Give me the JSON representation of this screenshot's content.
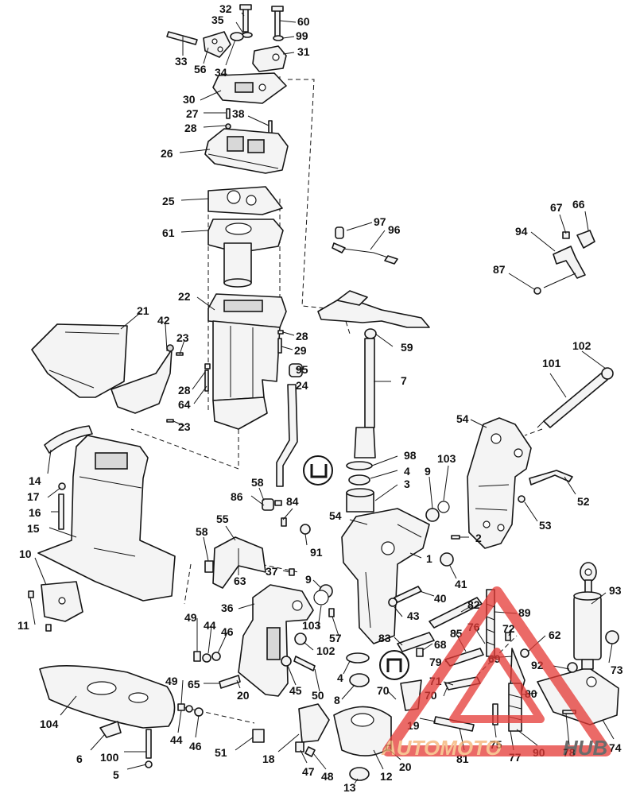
{
  "watermark": {
    "word_left": "AUTOMOTO",
    "word_right": "HUB",
    "color_left": "#f5b070",
    "color_right": "#3a3a3a",
    "triangle_color": "#e53935"
  },
  "colors": {
    "line": "#151515",
    "paper": "#ffffff"
  },
  "callouts": {
    "c32": "32",
    "c35": "35",
    "c60": "60",
    "c99": "99",
    "c31": "31",
    "c33": "33",
    "c56": "56",
    "c34": "34",
    "c30": "30",
    "c27": "27",
    "c38": "38",
    "c28a": "28",
    "c26": "26",
    "c25": "25",
    "c61": "61",
    "c97": "97",
    "c96": "96",
    "c67": "67",
    "c66": "66",
    "c94": "94",
    "c87": "87",
    "c22": "22",
    "c21": "21",
    "c42": "42",
    "c23a": "23",
    "c28b": "28",
    "c29": "29",
    "c59": "59",
    "c95": "95",
    "c28c": "28",
    "c24": "24",
    "c7": "7",
    "c64": "64",
    "c23b": "23",
    "c102a": "102",
    "c101": "101",
    "c54a": "54",
    "c98": "98",
    "c4a": "4",
    "c3": "3",
    "c14": "14",
    "c9a": "9",
    "c103a": "103",
    "c52": "52",
    "c58a": "58",
    "c17": "17",
    "c86": "86",
    "c84": "84",
    "c16": "16",
    "c53": "53",
    "c54b": "54",
    "c2": "2",
    "c55": "55",
    "c15": "15",
    "c58b": "58",
    "c91": "91",
    "c1": "1",
    "c10": "10",
    "c63": "63",
    "c37": "37",
    "c41": "41",
    "c9b": "9",
    "c40": "40",
    "c93": "93",
    "c82": "82",
    "c89": "89",
    "c36": "36",
    "c43": "43",
    "c11": "11",
    "c49a": "49",
    "c44a": "44",
    "c46a": "46",
    "c103b": "103",
    "c57": "57",
    "c85": "85",
    "c76": "76",
    "c72": "72",
    "c62": "62",
    "c83": "83",
    "c68": "68",
    "c102b": "102",
    "c69": "69",
    "c79": "79",
    "c92": "92",
    "c73": "73",
    "c4b": "4",
    "c71": "71",
    "c49b": "49",
    "c65": "65",
    "c45": "45",
    "c50": "50",
    "c8": "8",
    "c70a": "70",
    "c70b": "70",
    "c80": "80",
    "c20a": "20",
    "c104": "104",
    "c44b": "44",
    "c46b": "46",
    "c19": "19",
    "c75": "75",
    "c74": "74",
    "c18": "18",
    "c51": "51",
    "c81": "81",
    "c78": "78",
    "c77": "77",
    "c90": "90",
    "c6": "6",
    "c100": "100",
    "c47": "47",
    "c48": "48",
    "c12": "12",
    "c20b": "20",
    "c5": "5",
    "c13": "13"
  }
}
